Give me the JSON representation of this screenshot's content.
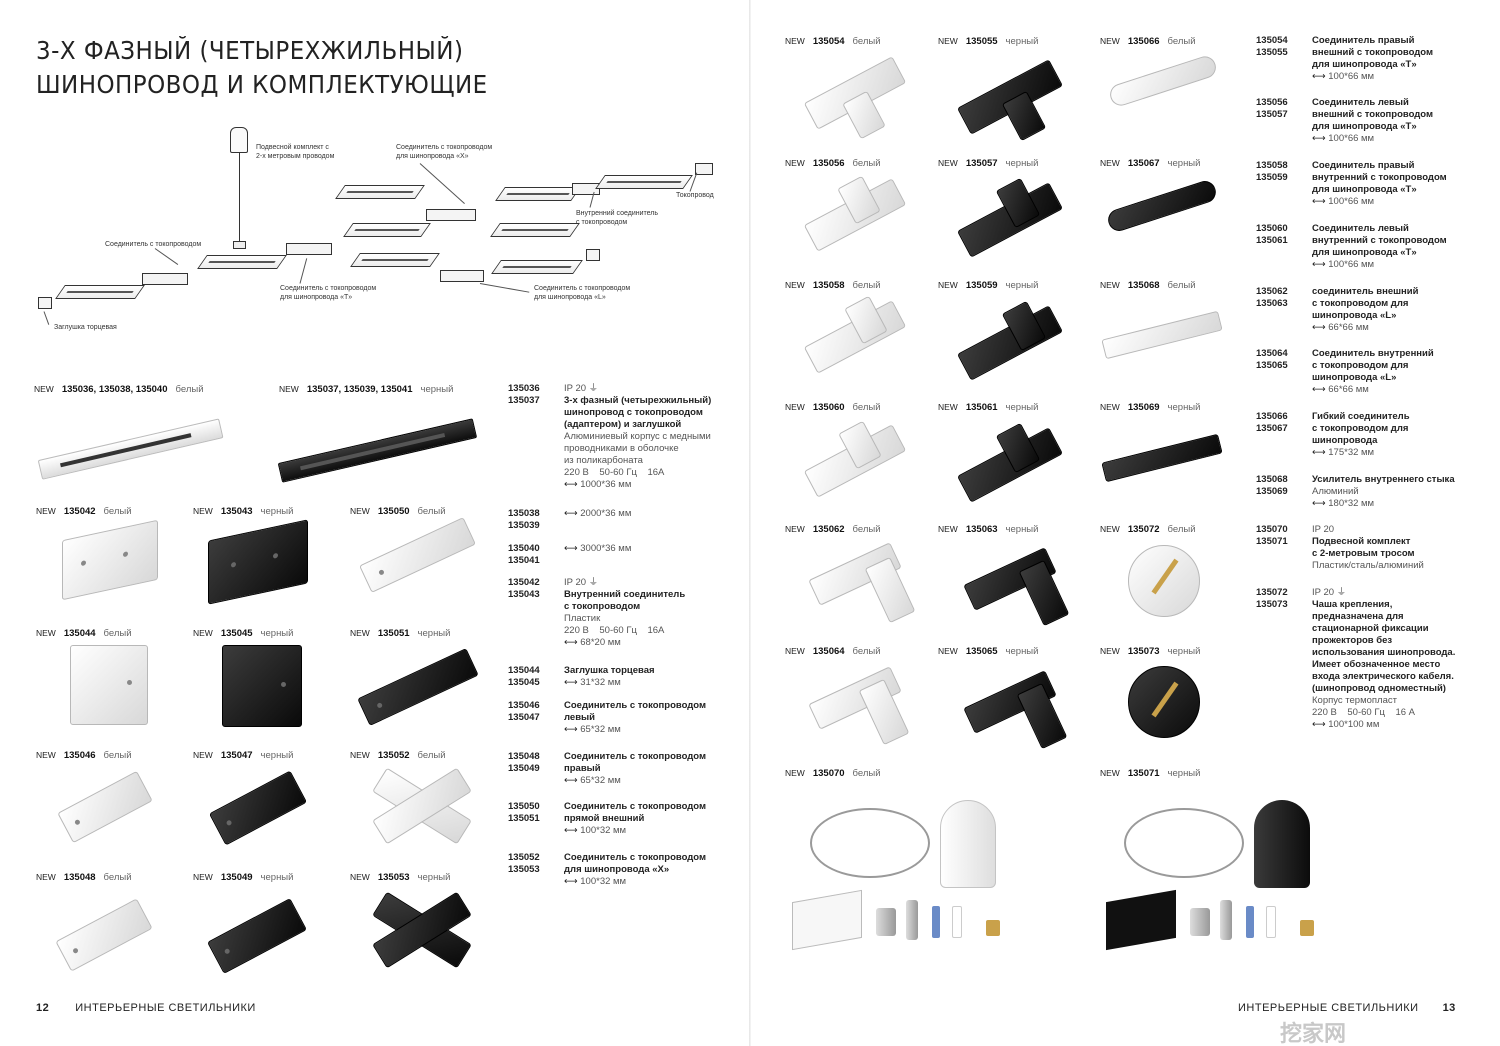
{
  "left_page": {
    "title_line1": "3-Х ФАЗНЫЙ (ЧЕТЫРЕХЖИЛЬНЫЙ)",
    "title_line2": "ШИНОПРОВОД И КОМПЛЕКТУЮЩИЕ",
    "diagram_labels": {
      "pendant": "Подвесной комплект с\n2-х метровым проводом",
      "x_conn": "Соединитель с токопроводом\nдля шинопровода «X»",
      "conductor": "Токопровод",
      "inner_conn": "Внутренний соединитель\nс токопроводом",
      "feed_conn": "Соединитель с токопроводом",
      "t_conn": "Соединитель с токопроводом\nдля шинопровода «T»",
      "l_conn": "Соединитель с токопроводом\nдля шинопровода «L»",
      "end_cap": "Заглушка торцевая"
    },
    "captions": [
      {
        "new": "NEW",
        "code": "135036, 135038, 135040",
        "color": "белый"
      },
      {
        "new": "NEW",
        "code": "135037, 135039, 135041",
        "color": "черный"
      },
      {
        "new": "NEW",
        "code": "135042",
        "color": "белый"
      },
      {
        "new": "NEW",
        "code": "135043",
        "color": "черный"
      },
      {
        "new": "NEW",
        "code": "135050",
        "color": "белый"
      },
      {
        "new": "NEW",
        "code": "135044",
        "color": "белый"
      },
      {
        "new": "NEW",
        "code": "135045",
        "color": "черный"
      },
      {
        "new": "NEW",
        "code": "135051",
        "color": "черный"
      },
      {
        "new": "NEW",
        "code": "135046",
        "color": "белый"
      },
      {
        "new": "NEW",
        "code": "135047",
        "color": "черный"
      },
      {
        "new": "NEW",
        "code": "135052",
        "color": "белый"
      },
      {
        "new": "NEW",
        "code": "135048",
        "color": "белый"
      },
      {
        "new": "NEW",
        "code": "135049",
        "color": "черный"
      },
      {
        "new": "NEW",
        "code": "135053",
        "color": "черный"
      }
    ],
    "specs": [
      {
        "codes": "135036\n135037",
        "ip": "IP 20",
        "head": "3-х фазный (четырехжильный)\nшинопровод с токопроводом\n(адаптером) и заглушкой",
        "sub": "Алюминиевый корпус с медными\nпроводниками в оболочке\nиз поликарбоната\n220 В    50-60 Гц    16А",
        "dim": "1000*36 мм"
      },
      {
        "codes": "135038\n135039",
        "ip": "",
        "head": "",
        "sub": "",
        "dim": "2000*36 мм"
      },
      {
        "codes": "135040\n135041",
        "ip": "",
        "head": "",
        "sub": "",
        "dim": "3000*36 мм"
      },
      {
        "codes": "135042\n135043",
        "ip": "IP 20",
        "head": "Внутренний соединитель\nс токопроводом",
        "sub": "Пластик\n220 В    50-60 Гц    16А",
        "dim": "68*20 мм"
      },
      {
        "codes": "135044\n135045",
        "ip": "",
        "head": "Заглушка торцевая",
        "sub": "",
        "dim": "31*32 мм"
      },
      {
        "codes": "135046\n135047",
        "ip": "",
        "head": "Соединитель с токопроводом\nлевый",
        "sub": "",
        "dim": "65*32 мм"
      },
      {
        "codes": "135048\n135049",
        "ip": "",
        "head": "Соединитель с токопроводом\nправый",
        "sub": "",
        "dim": "65*32 мм"
      },
      {
        "codes": "135050\n135051",
        "ip": "",
        "head": "Соединитель с токопроводом\nпрямой внешний",
        "sub": "",
        "dim": "100*32 мм"
      },
      {
        "codes": "135052\n135053",
        "ip": "",
        "head": "Соединитель с токопроводом\nдля шинопровода «Х»",
        "sub": "",
        "dim": "100*32 мм"
      }
    ],
    "footer_page": "12",
    "footer_text": "ИНТЕРЬЕРНЫЕ СВЕТИЛЬНИКИ"
  },
  "right_page": {
    "captions": [
      {
        "new": "NEW",
        "code": "135054",
        "color": "белый"
      },
      {
        "new": "NEW",
        "code": "135055",
        "color": "черный"
      },
      {
        "new": "NEW",
        "code": "135066",
        "color": "белый"
      },
      {
        "new": "NEW",
        "code": "135056",
        "color": "белый"
      },
      {
        "new": "NEW",
        "code": "135057",
        "color": "черный"
      },
      {
        "new": "NEW",
        "code": "135067",
        "color": "черный"
      },
      {
        "new": "NEW",
        "code": "135058",
        "color": "белый"
      },
      {
        "new": "NEW",
        "code": "135059",
        "color": "черный"
      },
      {
        "new": "NEW",
        "code": "135068",
        "color": "белый"
      },
      {
        "new": "NEW",
        "code": "135060",
        "color": "белый"
      },
      {
        "new": "NEW",
        "code": "135061",
        "color": "черный"
      },
      {
        "new": "NEW",
        "code": "135069",
        "color": "черный"
      },
      {
        "new": "NEW",
        "code": "135062",
        "color": "белый"
      },
      {
        "new": "NEW",
        "code": "135063",
        "color": "черный"
      },
      {
        "new": "NEW",
        "code": "135072",
        "color": "белый"
      },
      {
        "new": "NEW",
        "code": "135064",
        "color": "белый"
      },
      {
        "new": "NEW",
        "code": "135065",
        "color": "черный"
      },
      {
        "new": "NEW",
        "code": "135073",
        "color": "черный"
      },
      {
        "new": "NEW",
        "code": "135070",
        "color": "белый"
      },
      {
        "new": "NEW",
        "code": "135071",
        "color": "черный"
      }
    ],
    "specs": [
      {
        "codes": "135054\n135055",
        "ip": "",
        "head": "Соединитель правый\nвнешний с токопроводом\nдля шинопровода «Т»",
        "sub": "",
        "dim": "100*66 мм"
      },
      {
        "codes": "135056\n135057",
        "ip": "",
        "head": "Соединитель левый\nвнешний с токопроводом\nдля шинопровода «Т»",
        "sub": "",
        "dim": "100*66 мм"
      },
      {
        "codes": "135058\n135059",
        "ip": "",
        "head": "Соединитель правый\nвнутренний с токопроводом\nдля шинопровода «Т»",
        "sub": "",
        "dim": "100*66 мм"
      },
      {
        "codes": "135060\n135061",
        "ip": "",
        "head": "Соединитель левый\nвнутренний с токопроводом\nдля шинопровода «Т»",
        "sub": "",
        "dim": "100*66 мм"
      },
      {
        "codes": "135062\n135063",
        "ip": "",
        "head": "соединитель внешний\nс токопроводом для\nшинопровода «L»",
        "sub": "",
        "dim": "66*66 мм"
      },
      {
        "codes": "135064\n135065",
        "ip": "",
        "head": "Соединитель внутренний\nс токопроводом для\nшинопровода «L»",
        "sub": "",
        "dim": "66*66 мм"
      },
      {
        "codes": "135066\n135067",
        "ip": "",
        "head": "Гибкий соединитель\nс токопроводом для\nшинопровода",
        "sub": "",
        "dim": "175*32 мм"
      },
      {
        "codes": "135068\n135069",
        "ip": "",
        "head": "Усилитель внутреннего стыка",
        "sub": "Алюминий",
        "dim": "180*32 мм"
      },
      {
        "codes": "135070\n135071",
        "ip": "IP 20",
        "head": "Подвесной комплект\nс 2-метровым тросом",
        "sub": "Пластик/сталь/алюминий",
        "dim": ""
      },
      {
        "codes": "135072\n135073",
        "ip": "IP 20",
        "head": "Чаша крепления,\nпредназначена для\nстационарной фиксации\nпрожекторов без\nиспользования шинопровода.\nИмеет обозначенное место\nвхода электрического кабеля.\n(шинопровод одноместный)",
        "sub": "Корпус термопласт\n220 В    50-60 Гц    16 А",
        "dim": "100*100 мм"
      }
    ],
    "footer_text": "ИНТЕРЬЕРНЫЕ СВЕТИЛЬНИКИ",
    "footer_page": "13"
  },
  "watermark": "挖家网 wajiawang.com",
  "colors": {
    "white_finish": "#f2f2f2",
    "black_finish": "#111111",
    "accent_text": "#222222"
  }
}
